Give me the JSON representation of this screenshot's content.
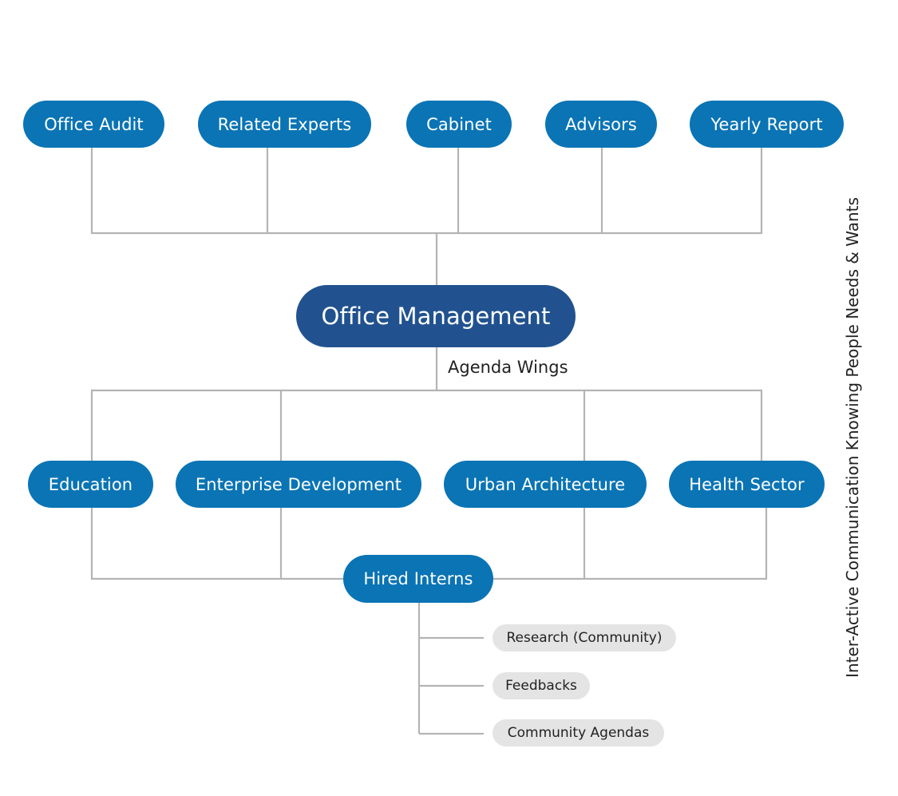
{
  "diagram": {
    "top_nodes": [
      {
        "label": "Office Audit"
      },
      {
        "label": "Related Experts"
      },
      {
        "label": "Cabinet"
      },
      {
        "label": "Advisors"
      },
      {
        "label": "Yearly Report"
      }
    ],
    "central_node": {
      "label": "Office Management"
    },
    "wing_label": "Agenda Wings",
    "wing_nodes": [
      {
        "label": "Education"
      },
      {
        "label": "Enterprise Development"
      },
      {
        "label": "Urban Architecture"
      },
      {
        "label": "Health Sector"
      }
    ],
    "interns_node": {
      "label": "Hired Interns"
    },
    "intern_tasks": [
      {
        "label": "Research (Community)"
      },
      {
        "label": "Feedbacks"
      },
      {
        "label": "Community Agendas"
      }
    ],
    "side_note": "Inter-Active Communication Knowing People Needs & Wants"
  },
  "colors": {
    "node_fill": "#0a74b5",
    "central_fill": "#21528f",
    "tag_fill": "#e4e4e4",
    "connector": "#b4b4b4",
    "text_dark": "#222222"
  }
}
